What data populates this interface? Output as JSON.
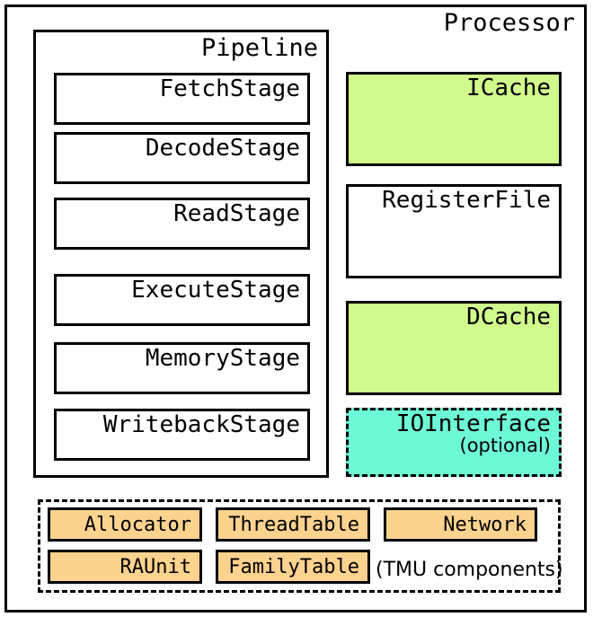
{
  "diagram": {
    "title": "Processor",
    "type": "block-diagram",
    "background_color": "#ffffff",
    "line_color": "#000000"
  },
  "processor": {
    "label": "Processor"
  },
  "pipeline": {
    "label": "Pipeline",
    "stages": [
      {
        "label": "FetchStage"
      },
      {
        "label": "DecodeStage"
      },
      {
        "label": "ReadStage"
      },
      {
        "label": "ExecuteStage"
      },
      {
        "label": "MemoryStage"
      },
      {
        "label": "WritebackStage"
      }
    ]
  },
  "memory_column": {
    "blocks": [
      {
        "label": "ICache",
        "fill": "#d0fa8c",
        "border": "solid",
        "sublabel": ""
      },
      {
        "label": "RegisterFile",
        "fill": "#ffffff",
        "border": "solid",
        "sublabel": ""
      },
      {
        "label": "DCache",
        "fill": "#d0fa8c",
        "border": "solid",
        "sublabel": ""
      },
      {
        "label": "IOInterface",
        "fill": "#6ef9d6",
        "border": "dashed",
        "sublabel": "(optional)"
      }
    ]
  },
  "tmu": {
    "caption": "(TMU components)",
    "border": "dashed",
    "components": [
      {
        "label": "Allocator",
        "fill": "#fcd28f"
      },
      {
        "label": "ThreadTable",
        "fill": "#fcd28f"
      },
      {
        "label": "Network",
        "fill": "#fcd28f"
      },
      {
        "label": "RAUnit",
        "fill": "#fcd28f"
      },
      {
        "label": "FamilyTable",
        "fill": "#fcd28f"
      }
    ]
  }
}
